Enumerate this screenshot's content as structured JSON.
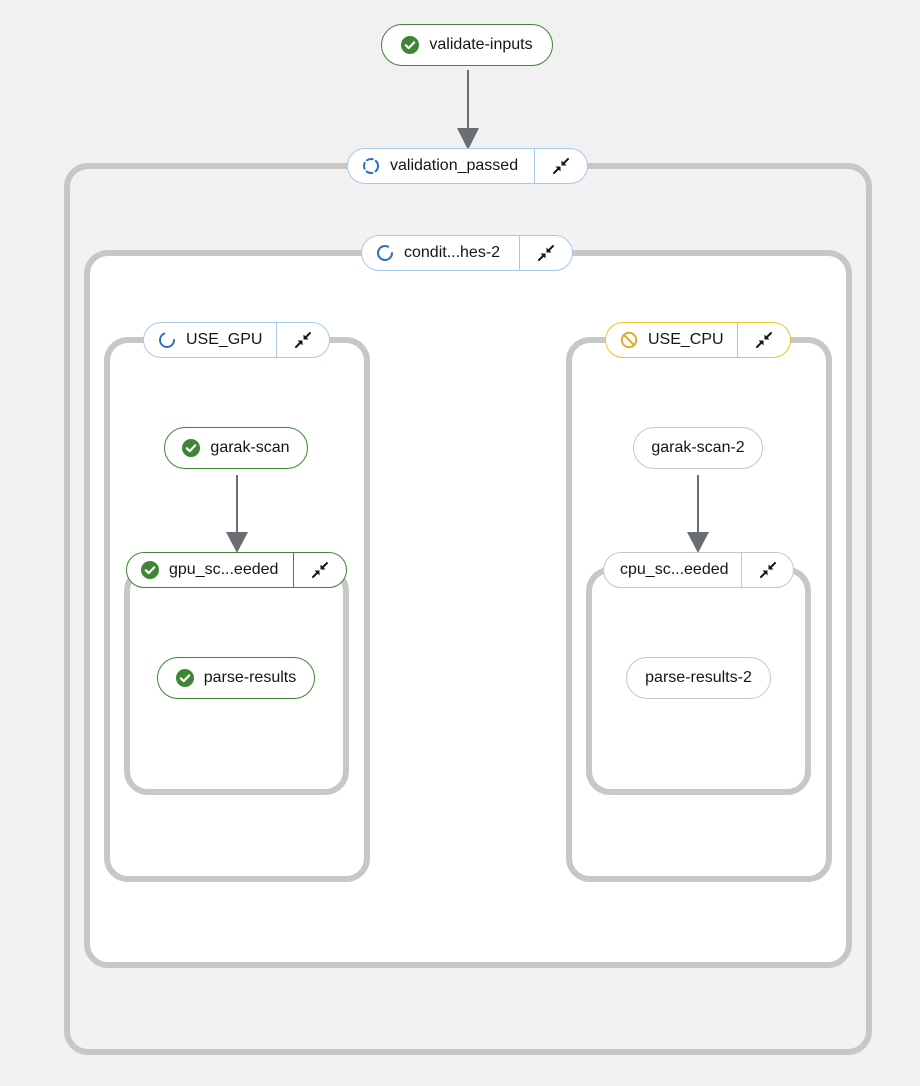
{
  "colors": {
    "succeeded": "#3e8635",
    "running": "#2b6fc4",
    "running_border": "#a7c9ee",
    "skipped": "#f0c22b",
    "skipped_icon": "#e0ab35",
    "edge": "#6a6e73",
    "group_border": "#c7c7c7"
  },
  "nodes": {
    "validate_inputs": {
      "label": "validate-inputs",
      "status": "succeeded",
      "icon": "check-circle-icon"
    },
    "garak_scan": {
      "label": "garak-scan",
      "status": "succeeded",
      "icon": "check-circle-icon"
    },
    "parse_results": {
      "label": "parse-results",
      "status": "succeeded",
      "icon": "check-circle-icon"
    },
    "garak_scan_2": {
      "label": "garak-scan-2",
      "status": "pending"
    },
    "parse_results_2": {
      "label": "parse-results-2",
      "status": "pending"
    }
  },
  "groups": {
    "validation_passed": {
      "label": "validation_passed",
      "status": "running",
      "icon": "spinner-icon",
      "collapse_icon": "collapse-icon"
    },
    "conditional_branches": {
      "label": "condit...hes-2",
      "status": "running",
      "icon": "spinner-icon",
      "collapse_icon": "collapse-icon"
    },
    "use_gpu": {
      "label": "USE_GPU",
      "status": "running",
      "icon": "spinner-icon",
      "collapse_icon": "collapse-icon"
    },
    "use_cpu": {
      "label": "USE_CPU",
      "status": "skipped",
      "icon": "ban-icon",
      "collapse_icon": "collapse-icon"
    },
    "gpu_scan_succeeded": {
      "label": "gpu_sc...eeded",
      "status": "succeeded",
      "icon": "check-circle-icon",
      "collapse_icon": "collapse-icon"
    },
    "cpu_scan_succeeded": {
      "label": "cpu_sc...eeded",
      "status": "pending",
      "collapse_icon": "collapse-icon"
    }
  }
}
